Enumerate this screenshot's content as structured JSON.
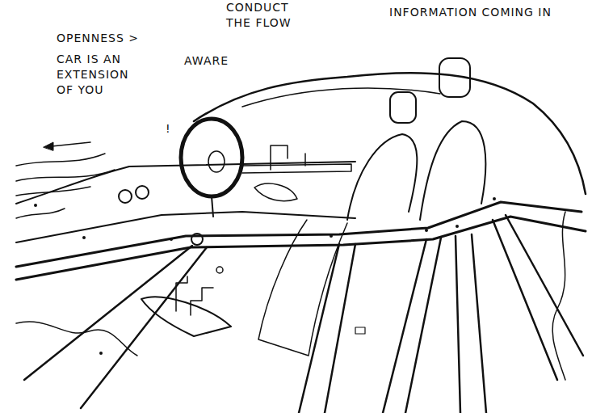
{
  "diagram": {
    "labels": [
      "OPENNESS >",
      "CAR IS AN EXTENSION OF YOU",
      "AWARE",
      "CONDUCT THE FLOW",
      "INFORMATION COMING IN",
      "!"
    ]
  }
}
